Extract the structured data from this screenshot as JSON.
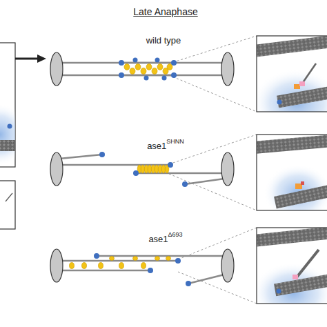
{
  "diagram": {
    "title": "Late Anaphase",
    "labels": [
      "wild type",
      "ase1",
      "SHNN",
      "ase1",
      "Δ693"
    ]
  }
}
